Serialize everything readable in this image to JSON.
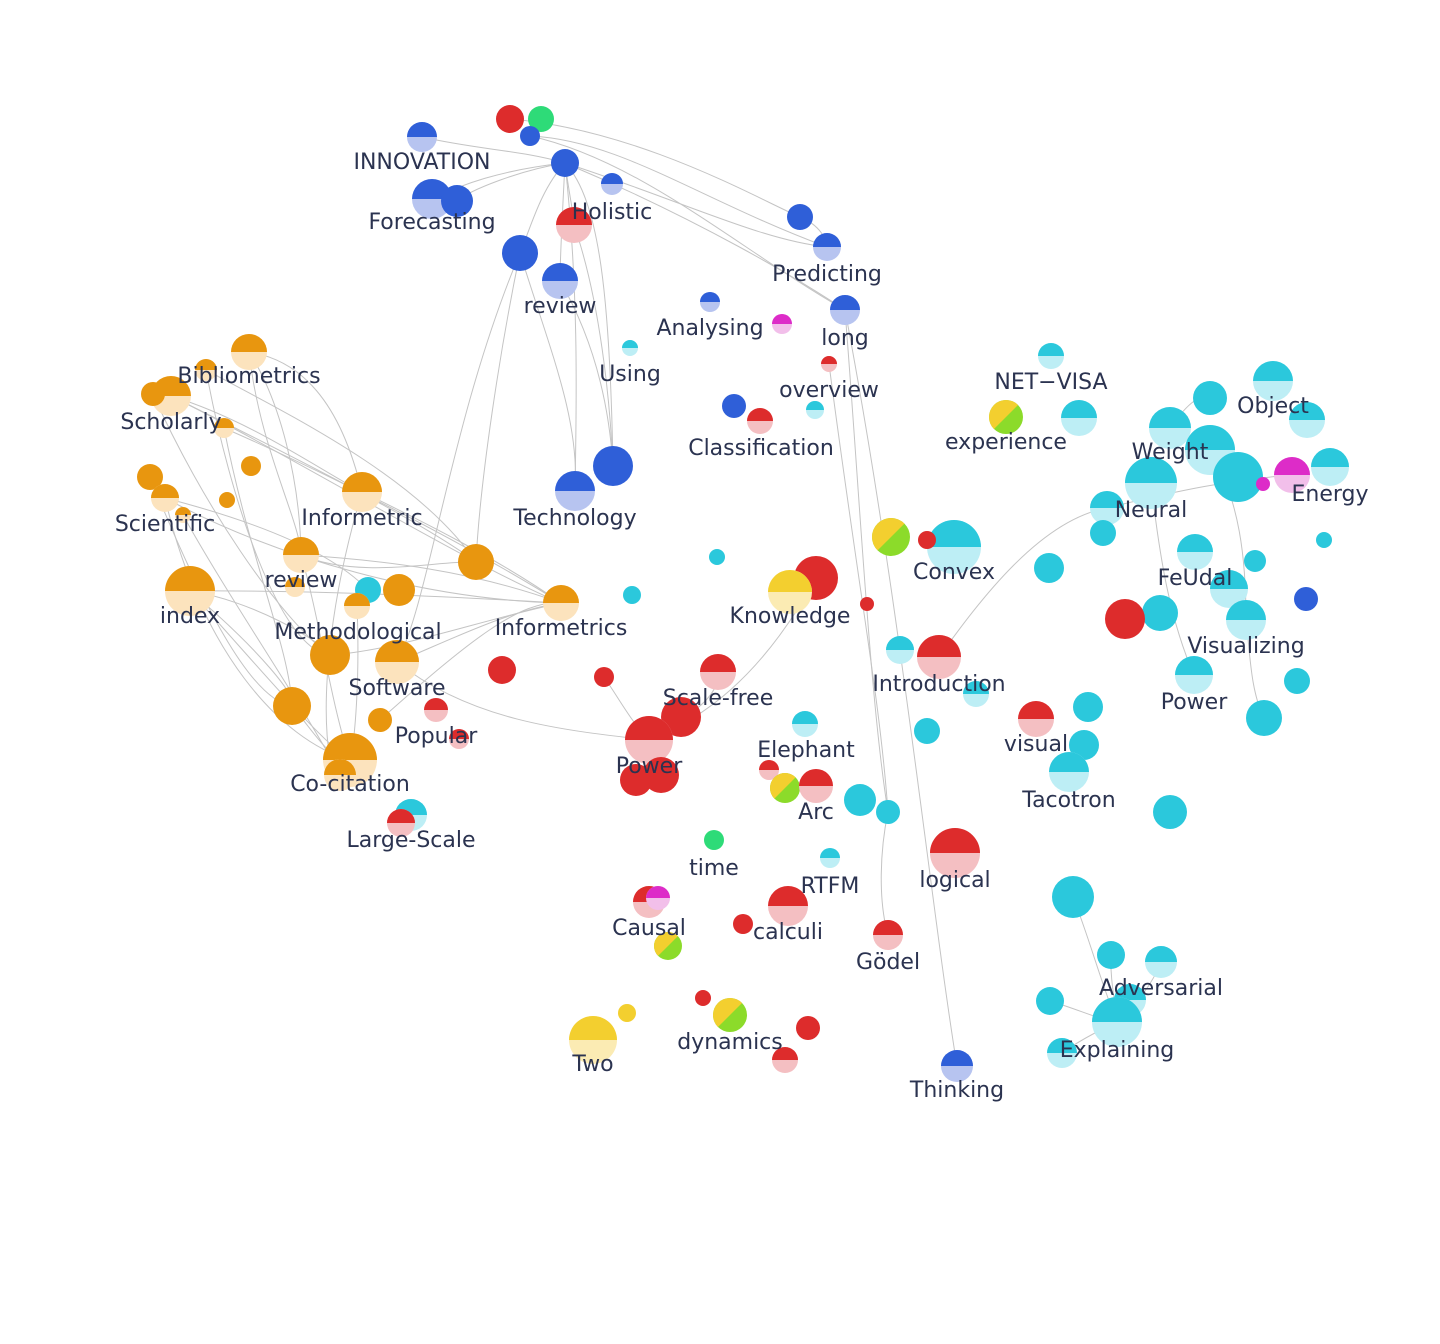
{
  "colors": {
    "orange": "#E8960F",
    "orange_light": "#FCE3BD",
    "blue": "#2F5FD8",
    "blue_light": "#B7C4F0",
    "red": "#DD2C2C",
    "red_light": "#F4BFC2",
    "cyan": "#2BC8DC",
    "cyan_light": "#BDEEF5",
    "yellow": "#F3CF2F",
    "yellow_light": "#FBEBB3",
    "green": "#2EDB78",
    "lime": "#8CDB2A",
    "magenta": "#DD2CC8",
    "magenta_light": "#F2BFEA"
  },
  "labels": [
    {
      "id": "l-innovation",
      "text": "INNOVATION"
    },
    {
      "id": "l-forecasting",
      "text": "Forecasting"
    },
    {
      "id": "l-holistic",
      "text": "Holistic"
    },
    {
      "id": "l-review-top",
      "text": "review"
    },
    {
      "id": "l-predicting",
      "text": "Predicting"
    },
    {
      "id": "l-analysing",
      "text": "Analysing"
    },
    {
      "id": "l-long",
      "text": "long"
    },
    {
      "id": "l-using",
      "text": "Using"
    },
    {
      "id": "l-overview",
      "text": "overview"
    },
    {
      "id": "l-classification",
      "text": "Classification"
    },
    {
      "id": "l-technology",
      "text": "Technology"
    },
    {
      "id": "l-bibliometrics",
      "text": "Bibliometrics"
    },
    {
      "id": "l-scholarly",
      "text": "Scholarly"
    },
    {
      "id": "l-scientific",
      "text": "Scientific"
    },
    {
      "id": "l-informetric",
      "text": "Informetric"
    },
    {
      "id": "l-review-left",
      "text": "review"
    },
    {
      "id": "l-index",
      "text": "index"
    },
    {
      "id": "l-methodological",
      "text": "Methodological"
    },
    {
      "id": "l-informetrics",
      "text": "Informetrics"
    },
    {
      "id": "l-software",
      "text": "Software"
    },
    {
      "id": "l-popular",
      "text": "Popular"
    },
    {
      "id": "l-cocitation",
      "text": "Co-citation"
    },
    {
      "id": "l-largescale",
      "text": "Large-Scale"
    },
    {
      "id": "l-netvisa",
      "text": "NET−VISA"
    },
    {
      "id": "l-experience",
      "text": "experience"
    },
    {
      "id": "l-object",
      "text": "Object"
    },
    {
      "id": "l-weight",
      "text": "Weight"
    },
    {
      "id": "l-energy",
      "text": "Energy"
    },
    {
      "id": "l-neural",
      "text": "Neural"
    },
    {
      "id": "l-convex",
      "text": "Convex"
    },
    {
      "id": "l-knowledge",
      "text": "Knowledge"
    },
    {
      "id": "l-feudal",
      "text": "FeUdal"
    },
    {
      "id": "l-visualizing",
      "text": "Visualizing"
    },
    {
      "id": "l-scalefree",
      "text": "Scale-free"
    },
    {
      "id": "l-introduction",
      "text": "Introduction"
    },
    {
      "id": "l-power-right",
      "text": "Power"
    },
    {
      "id": "l-elephant",
      "text": "Elephant"
    },
    {
      "id": "l-visual",
      "text": "visual"
    },
    {
      "id": "l-power-center",
      "text": "Power"
    },
    {
      "id": "l-tacotron",
      "text": "Tacotron"
    },
    {
      "id": "l-arc",
      "text": "Arc"
    },
    {
      "id": "l-time",
      "text": "time"
    },
    {
      "id": "l-logical",
      "text": "logical"
    },
    {
      "id": "l-rtfm",
      "text": "RTFM"
    },
    {
      "id": "l-causal",
      "text": "Causal"
    },
    {
      "id": "l-calculi",
      "text": "calculi"
    },
    {
      "id": "l-godel",
      "text": "Gödel"
    },
    {
      "id": "l-adversarial",
      "text": "Adversarial"
    },
    {
      "id": "l-explaining",
      "text": "Explaining"
    },
    {
      "id": "l-dynamics",
      "text": "dynamics"
    },
    {
      "id": "l-two",
      "text": "Two"
    },
    {
      "id": "l-thinking",
      "text": "Thinking"
    }
  ]
}
